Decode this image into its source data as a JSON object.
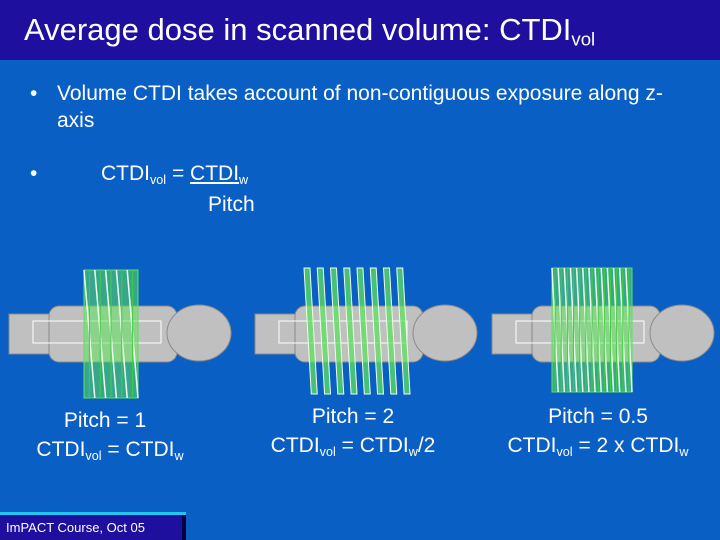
{
  "slide": {
    "title_main": "Average dose in scanned volume: CTDI",
    "title_sub": "vol",
    "bullet_char": "•",
    "bullet1": "Volume CTDI takes account of non-contiguous exposure along z-axis",
    "formula": {
      "lhs": "CTDI",
      "lhs_sub": "vol",
      "eq": " = ",
      "num": "CTDI",
      "num_sub": "w",
      "den": "Pitch"
    },
    "panels": [
      {
        "pitch": "Pitch  = 1",
        "lhs": "CTDI",
        "lhs_sub": "vol",
        "eq": " = CTDI",
        "rhs_sub": "w",
        "rhs_tail": ""
      },
      {
        "pitch": "Pitch = 2",
        "lhs": "CTDI",
        "lhs_sub": "vol",
        "eq": " = CTDI",
        "rhs_sub": "w",
        "rhs_tail": "/2"
      },
      {
        "pitch": "Pitch  = 0.5",
        "lhs": "CTDI",
        "lhs_sub": "vol",
        "eq": " = 2 x CTDI",
        "rhs_sub": "w",
        "rhs_tail": ""
      }
    ],
    "footer": "ImPACT Course, Oct 05",
    "colors": {
      "background": "#0a5fc4",
      "title_bar": "#1f0f9e",
      "beam": "#5fe05f",
      "patient": "#c0c0c0"
    }
  }
}
